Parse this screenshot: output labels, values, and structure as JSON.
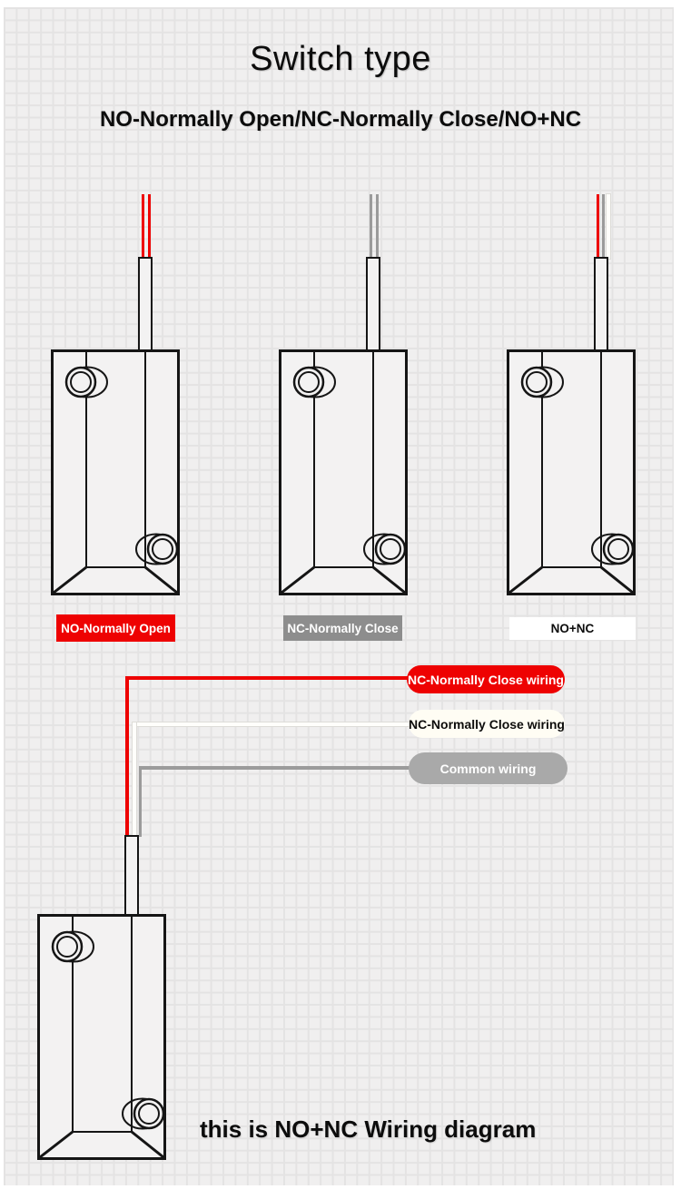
{
  "header": {
    "title": "Switch type",
    "subtitle": "NO-Normally Open/NC-Normally Close/NO+NC"
  },
  "switches": [
    {
      "label": "NO-Normally Open",
      "label_bg": "#ee0202",
      "label_color": "#ffffff",
      "wire_colors": [
        "red",
        "red"
      ]
    },
    {
      "label": "NC-Normally Close",
      "label_bg": "#8d8d8d",
      "label_color": "#ffffff",
      "wire_colors": [
        "gray",
        "gray"
      ]
    },
    {
      "label": "NO+NC",
      "label_bg": "#ffffff",
      "label_color": "#0c0c0c",
      "wire_colors": [
        "red",
        "gray",
        "white"
      ]
    }
  ],
  "wiring": {
    "pills": [
      {
        "label": "NC-Normally Close wiring",
        "bg": "#ee0202",
        "color": "#ffffff"
      },
      {
        "label": "NC-Normally Close wiring",
        "bg": "#fffdf4",
        "color": "#0c0c0c"
      },
      {
        "label": "Common wiring",
        "bg": "#a9a9a9",
        "color": "#ffffff"
      }
    ],
    "caption": "this is NO+NC Wiring diagram"
  },
  "colors": {
    "accent_red": "#ee0202",
    "wire_gray": "#9b9b9b",
    "wire_white": "#fffefb",
    "grid_line": "#e4e3e3",
    "grid_bg": "#f0efef",
    "outline_black": "#151515"
  }
}
